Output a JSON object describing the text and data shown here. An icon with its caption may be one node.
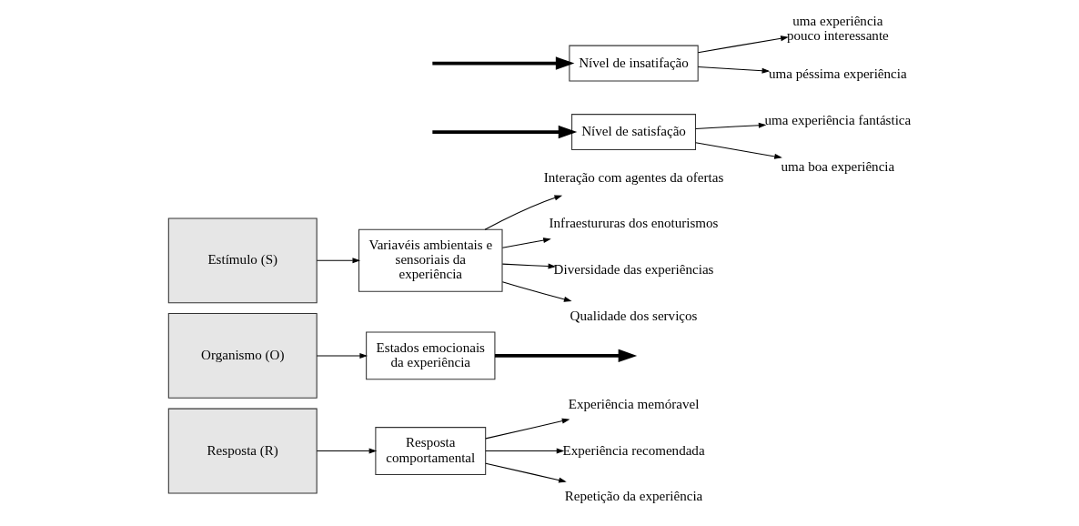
{
  "diagram": {
    "nodes": [
      {
        "text": [
          "Estímulo (S)"
        ]
      },
      {
        "text": [
          "Variavéis ambientais e sensoriais da experiência"
        ]
      },
      {
        "text": [
          "Interação com agentes da ofertas"
        ]
      },
      {
        "text": [
          "Infraestururas dos enoturismos"
        ]
      },
      {
        "text": [
          "Diversidade das experiências"
        ]
      },
      {
        "text": [
          "Qualidade dos serviços"
        ]
      },
      {
        "text": [
          "Organismo (O)"
        ]
      },
      {
        "text": [
          "Estados emocionais da experiência"
        ]
      },
      {
        "text": [
          "Nível de satisfação"
        ]
      },
      {
        "text": [
          "uma experiência fantástica"
        ]
      },
      {
        "text": [
          "uma boa experiência"
        ]
      },
      {
        "text": [
          "Nível de insatifação"
        ]
      },
      {
        "text": [
          "uma experiência pouco interessante"
        ]
      },
      {
        "text": [
          "uma péssima experiência"
        ]
      },
      {
        "text": [
          "Resposta (R)"
        ]
      },
      {
        "text": [
          "Resposta comportamental"
        ]
      },
      {
        "text": [
          "Experiência memóravel"
        ]
      },
      {
        "text": [
          "Experiência recomendada"
        ]
      },
      {
        "text": [
          "Repetição da experiência"
        ]
      }
    ],
    "edges": [
      {
        "from": 0,
        "to": 1,
        "arrow": "to"
      },
      {
        "from": 1,
        "to": 2,
        "arrow": "to"
      },
      {
        "from": 1,
        "to": 3,
        "arrow": "to"
      },
      {
        "from": 1,
        "to": 4,
        "arrow": "to"
      },
      {
        "from": 1,
        "to": 5,
        "arrow": "to"
      },
      {
        "from": 6,
        "to": 7,
        "arrow": "to"
      },
      {
        "from": null,
        "to": 8,
        "arrow": "to",
        "style": "thick"
      },
      {
        "from": 7,
        "to": null,
        "arrow": "to",
        "style": "thick"
      },
      {
        "from": null,
        "to": 11,
        "arrow": "to",
        "style": "thick"
      },
      {
        "from": 8,
        "to": 9,
        "arrow": "to"
      },
      {
        "from": 8,
        "to": 10,
        "arrow": "to"
      },
      {
        "from": 11,
        "to": 12,
        "arrow": "to"
      },
      {
        "from": 11,
        "to": 13,
        "arrow": "to"
      },
      {
        "from": 14,
        "to": 15,
        "arrow": "to"
      },
      {
        "from": 15,
        "to": 16,
        "arrow": "to"
      },
      {
        "from": 15,
        "to": 17,
        "arrow": "to"
      },
      {
        "from": 15,
        "to": 18,
        "arrow": "to"
      }
    ]
  }
}
